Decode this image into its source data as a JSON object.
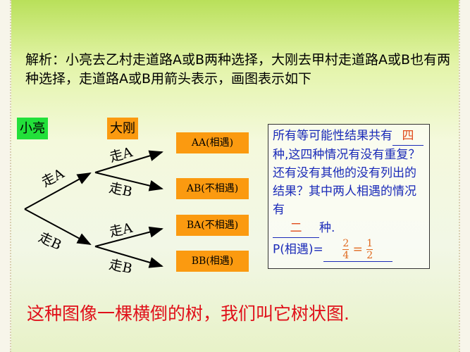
{
  "intro": "解析：小亮去乙村走道路A或B两种选择，大刚去甲村走道路A或B也有两种选择，走道路A或B用箭头表示，画图表示如下",
  "tree": {
    "root_label": "小亮",
    "second_label": "大刚",
    "first_branches": [
      "走A",
      "走B"
    ],
    "second_branches": [
      "走A",
      "走B",
      "走A",
      "走B"
    ],
    "results": [
      "AA(相遇)",
      "AB(不相遇)",
      "BA(不相遇)",
      "BB(相遇)"
    ],
    "colors": {
      "root": "#22e03a",
      "second": "#fb9a10",
      "results": "#fb9a10"
    }
  },
  "box": {
    "line1": "所有等可能性结果共有",
    "blank1": "四",
    "line2": "种,这四种情况有没有重复？还有没有其他的没有列出的结果？其中两人相遇的情况有",
    "blank2": "二",
    "line3": "种.",
    "p_label": "P(相遇)=",
    "frac1_num": "2",
    "frac1_den": "4",
    "equals": "=",
    "frac2_num": "1",
    "frac2_den": "2"
  },
  "conclusion": "这种图像一棵横倒的树，我们叫它树状图."
}
